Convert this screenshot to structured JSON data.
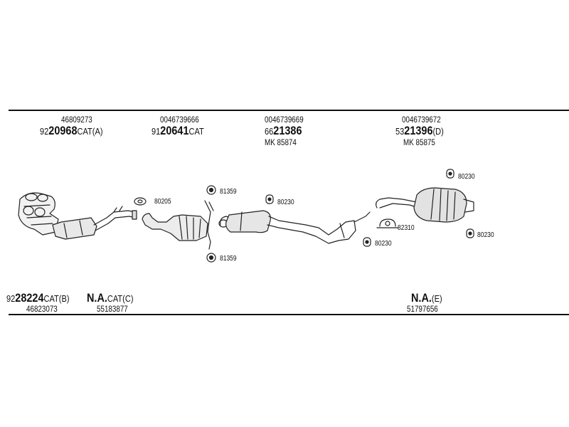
{
  "top_parts": [
    {
      "oe": "46809273",
      "prefix": "92",
      "main": "20968",
      "suffix": "CAT(A)"
    },
    {
      "oe": "0046739666",
      "prefix": "91",
      "main": "20641",
      "suffix": "CAT"
    },
    {
      "oe": "0046739669",
      "prefix": "66",
      "main": "21386",
      "suffix": "",
      "mk": "MK  85874"
    },
    {
      "oe": "0046739672",
      "prefix": "53",
      "main": "21396",
      "suffix": "(D)",
      "mk": "MK  85875"
    }
  ],
  "bottom_parts": [
    {
      "prefix": "92",
      "main": "28224",
      "suffix": "CAT(B)",
      "oe": "46823073"
    },
    {
      "prefix": "",
      "main": "N.A.",
      "suffix": "CAT(C)",
      "oe": "55183877"
    },
    {
      "prefix": "",
      "main": "N.A.",
      "suffix": "(E)",
      "oe": "51797656"
    }
  ],
  "fittings": {
    "gasket_front": "80205",
    "clamp_upper": "81359",
    "clamp_lower": "81359",
    "hanger_mid": "80230",
    "hanger_rear_top": "80230",
    "clamp_rear": "82310",
    "hanger_rear_low": "80230",
    "hanger_rear_side": "80230"
  }
}
